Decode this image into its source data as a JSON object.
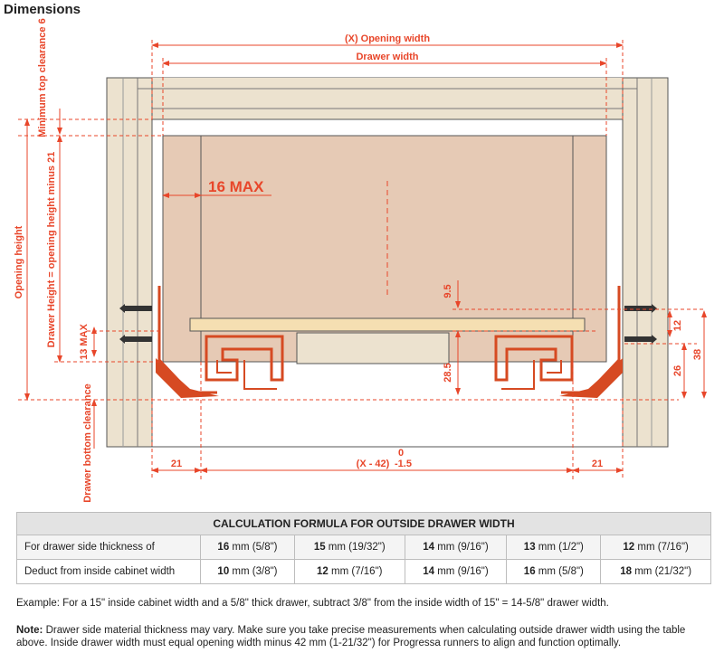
{
  "heading": "Dimensions",
  "diagram": {
    "labels": {
      "opening_width": "(X) Opening width",
      "drawer_width": "Drawer width",
      "min_top_clearance": "Minimum top clearance 6",
      "drawer_height": "Drawer Height = opening height minus 21",
      "opening_height": "Opening height",
      "thirteen_max": "13 MAX",
      "sixteen_max": "16 MAX",
      "drawer_bottom_clearance": "Drawer bottom clearance",
      "dim_9_5": "9.5",
      "dim_28_5": "28.5",
      "dim_12": "12",
      "dim_26": "26",
      "dim_38": "38",
      "left_21": "21",
      "right_21": "21",
      "x_minus_42": "(X - 42)",
      "tol_upper": "0",
      "tol_lower": "-1.5"
    },
    "colors": {
      "dimension": "#e8462a",
      "cabinet": "#ece2cf",
      "drawer": "#e6cab5",
      "bottom_panel": "#f5dfb2",
      "runner": "#d64a22"
    }
  },
  "table": {
    "title": "CALCULATION FORMULA FOR OUTSIDE DRAWER WIDTH",
    "rows": [
      {
        "label": "For drawer side thickness of",
        "cells": [
          {
            "num": "16",
            "rest": " mm (5/8\")"
          },
          {
            "num": "15",
            "rest": " mm (19/32\")"
          },
          {
            "num": "14",
            "rest": " mm (9/16\")"
          },
          {
            "num": "13",
            "rest": " mm (1/2\")"
          },
          {
            "num": "12",
            "rest": " mm (7/16\")"
          }
        ]
      },
      {
        "label": "Deduct from inside cabinet width",
        "cells": [
          {
            "num": "10",
            "rest": " mm (3/8\")"
          },
          {
            "num": "12",
            "rest": " mm (7/16\")"
          },
          {
            "num": "14",
            "rest": " mm (9/16\")"
          },
          {
            "num": "16",
            "rest": " mm (5/8\")"
          },
          {
            "num": "18",
            "rest": " mm (21/32\")"
          }
        ]
      }
    ]
  },
  "example": "Example: For a 15\" inside cabinet width and a 5/8\" thick drawer, subtract 3/8\" from the inside width of 15\" = 14-5/8\" drawer width.",
  "note": {
    "label": "Note:",
    "text": " Drawer side material thickness may vary. Make sure you take precise measurements when calculating outside drawer width using the table above. Inside drawer width must equal opening width minus 42 mm (1-21/32\") for Progressa runners to align and function optimally."
  }
}
